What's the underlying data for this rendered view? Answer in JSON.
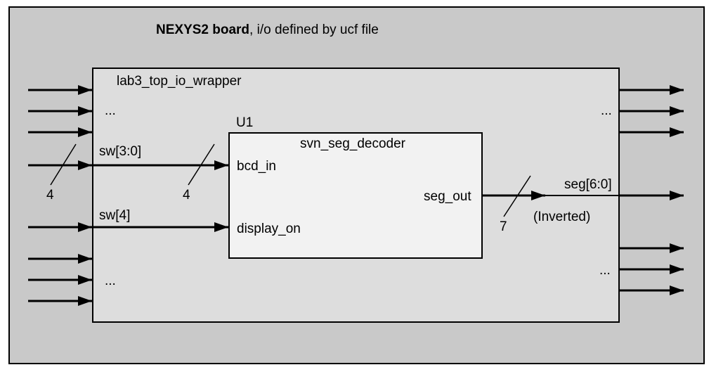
{
  "board": {
    "title_bold": "NEXYS2 board",
    "title_rest": ", i/o defined by ucf file",
    "fill": "#c9c9c9"
  },
  "wrapper": {
    "name": "lab3_top_io_wrapper",
    "fill": "#dddddd",
    "left_dots_top": "...",
    "left_dots_bottom": "...",
    "right_dots_top": "...",
    "right_dots_bottom": "..."
  },
  "decoder": {
    "instance": "U1",
    "name": "svn_seg_decoder",
    "fill": "#f2f2f2",
    "port_bcd_in": "bcd_in",
    "port_display_on": "display_on",
    "port_seg_out": "seg_out"
  },
  "signals": {
    "sw_bus": "sw[3:0]",
    "sw_bus_width": "4",
    "bcd_bus_width": "4",
    "sw_single": "sw[4]",
    "seg_bus": "seg[6:0]",
    "seg_bus_width": "7",
    "seg_note": "(Inverted)"
  }
}
